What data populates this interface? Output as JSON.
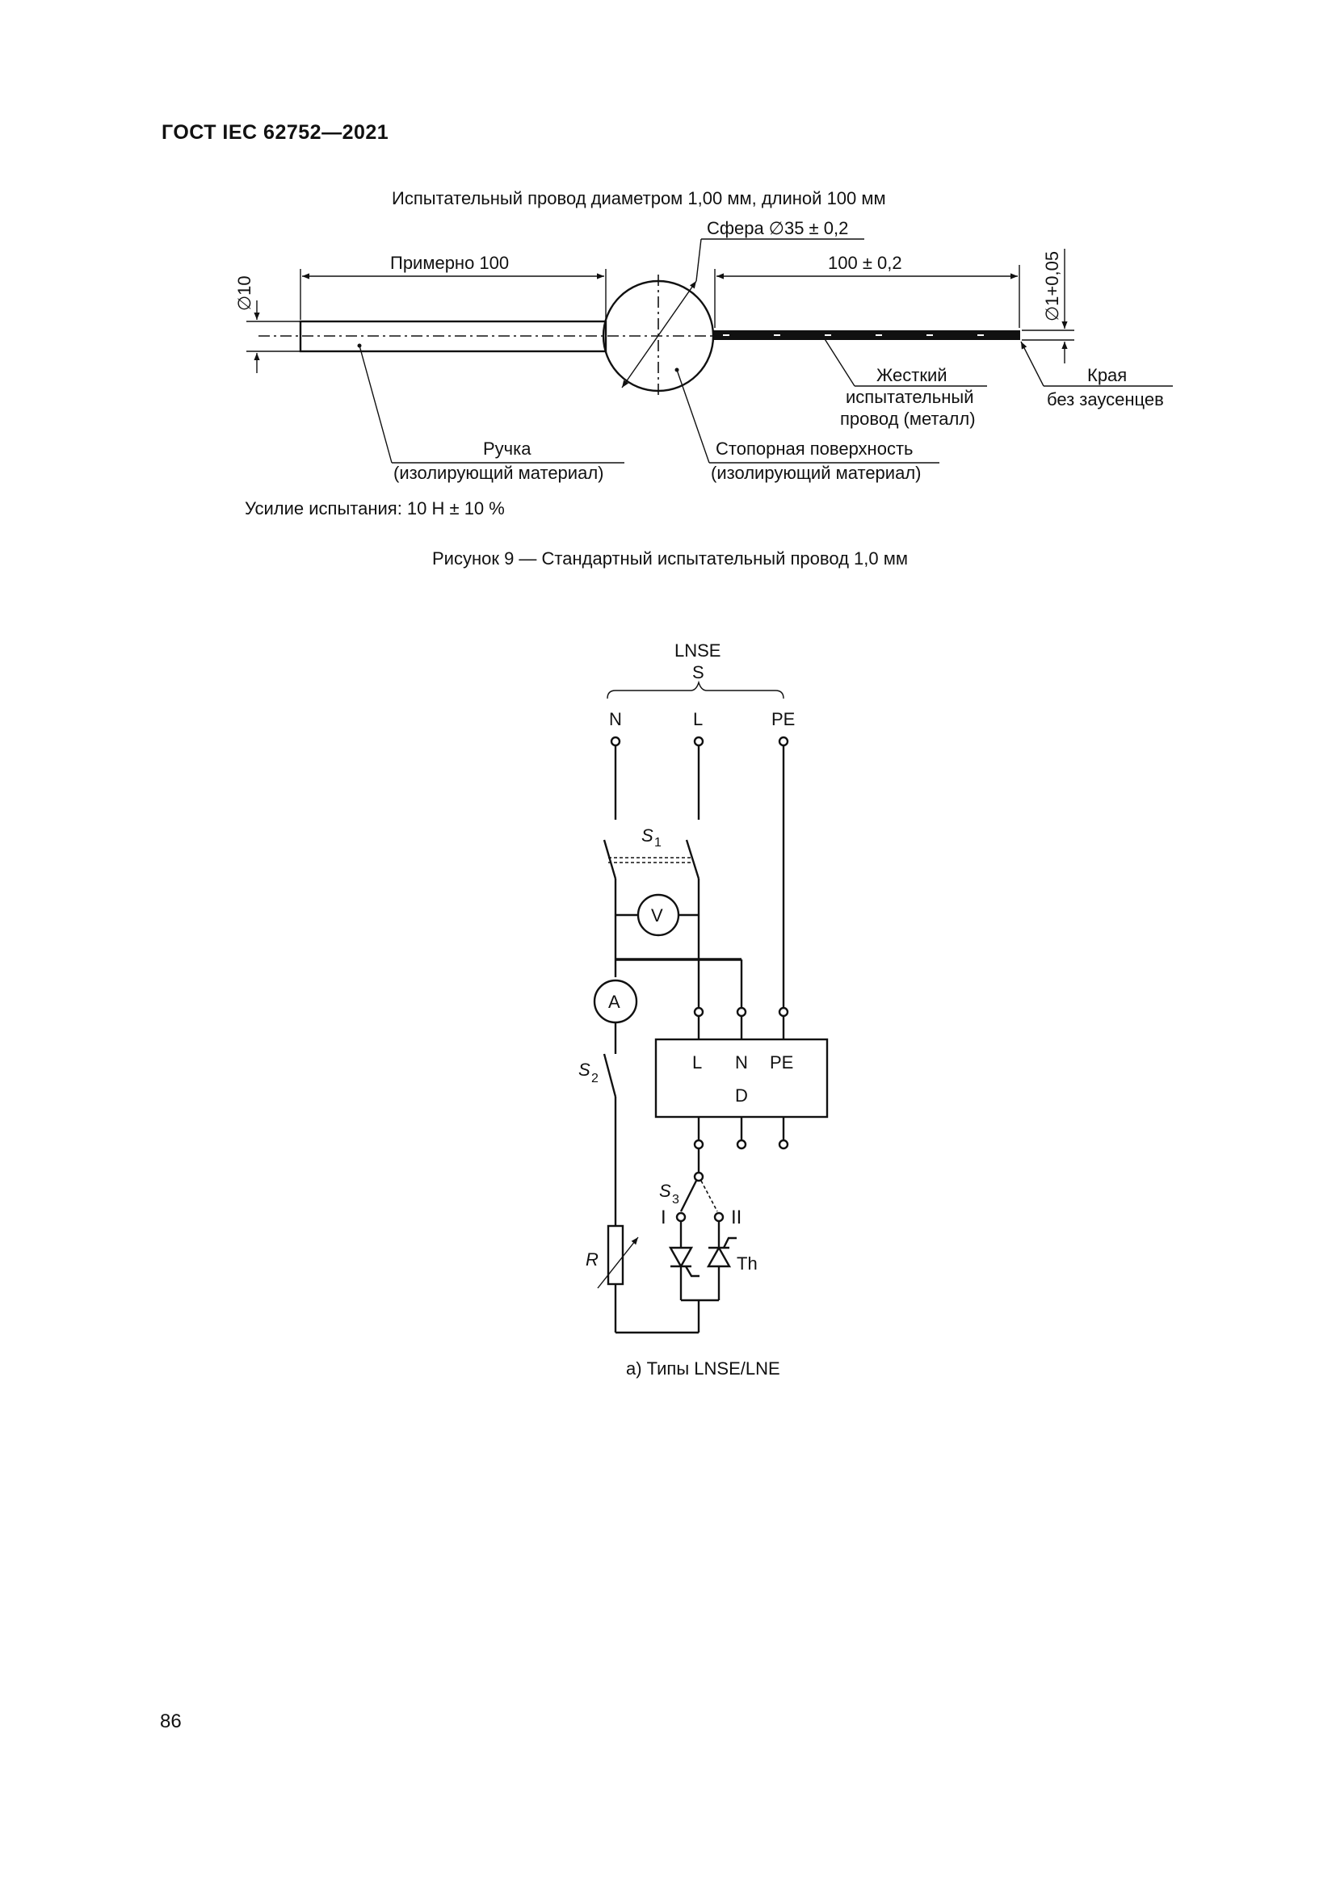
{
  "header": {
    "title": "ГОСТ IEC 62752—2021"
  },
  "figure9": {
    "top_label": "Испытательный провод диаметром 1,00 мм, длиной 100 мм",
    "sphere_label": "Сфера ∅35 ± 0,2",
    "approx_length_label": "Примерно 100",
    "wire_length_label": "100 ± 0,2",
    "handle_diameter_label": "∅10",
    "wire_diameter_label": "∅1+0,05",
    "rigid_wire_label_1": "Жесткий",
    "rigid_wire_label_2": "испытательный",
    "rigid_wire_label_3": "провод (металл)",
    "edges_label_1": "Края",
    "edges_label_2": "без заусенцев",
    "handle_label_1": "Ручка",
    "handle_label_2": "(изолирующий материал)",
    "stop_surface_label_1": "Стопорная поверхность",
    "stop_surface_label_2": "(изолирующий материал)",
    "force_note": "Усилие испытания: 10 Н ± 10 %",
    "caption": "Рисунок 9 — Стандартный испытательный провод 1,0 мм"
  },
  "circuit": {
    "brace_top": "LNSE",
    "brace_bottom": "S",
    "terminal_n": "N",
    "terminal_l": "L",
    "terminal_pe": "PE",
    "switch_s1": "S",
    "switch_s1_sub": "1",
    "voltmeter": "V",
    "ammeter": "A",
    "switch_s2": "S",
    "switch_s2_sub": "2",
    "device_l": "L",
    "device_n": "N",
    "device_pe": "PE",
    "device_name": "D",
    "switch_s3": "S",
    "switch_s3_sub": "3",
    "pos_1": "I",
    "pos_2": "II",
    "resistor": "R",
    "thyristor": "Th",
    "caption": "a)  Типы LNSE/LNE"
  },
  "page_number": "86"
}
